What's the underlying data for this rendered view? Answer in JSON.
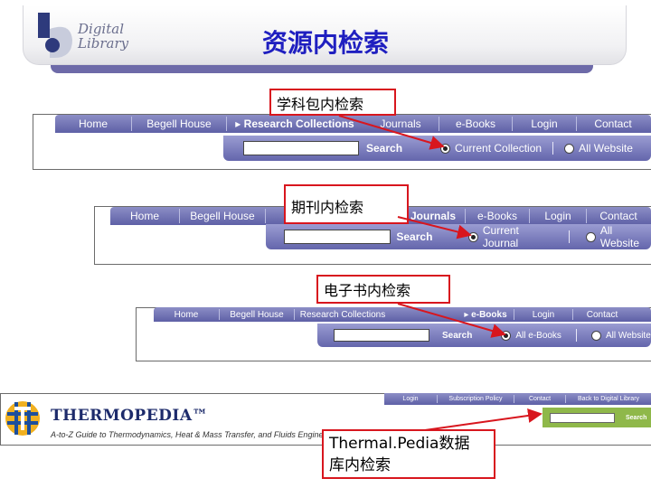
{
  "header": {
    "logo_line1": "Digital",
    "logo_line2": "Library",
    "title": "资源内检索"
  },
  "panel1": {
    "nav": [
      "Home",
      "Begell House",
      "Research Collections",
      "Journals",
      "e-Books",
      "Login",
      "Contact"
    ],
    "active_nav": "Research Collections",
    "search_label": "Search",
    "options": [
      "Current Collection",
      "All Website"
    ],
    "selected": "Current Collection",
    "callout": "学科包内检索"
  },
  "panel2": {
    "nav": [
      "Home",
      "Begell House",
      "Journals",
      "e-Books",
      "Login",
      "Contact"
    ],
    "active_nav": "Journals",
    "search_label": "Search",
    "options": [
      "Current Journal",
      "All Website"
    ],
    "selected": "Current Journal",
    "callout": "期刊内检索"
  },
  "panel3": {
    "nav": [
      "Home",
      "Begell House",
      "Research Collections",
      "e-Books",
      "Login",
      "Contact"
    ],
    "active_nav": "e-Books",
    "search_label": "Search",
    "options": [
      "All e-Books",
      "All Website"
    ],
    "selected": "All e-Books",
    "callout": "电子书内检索"
  },
  "thermopedia": {
    "title": "THERMOPEDIA™",
    "subtitle": "A-to-Z Guide to Thermodynamics, Heat & Mass Transfer, and Fluids Engineering",
    "nav": [
      "Login",
      "Subscription Policy",
      "Contact",
      "Back to Digital Library"
    ],
    "search_label": "Search",
    "callout_line1": "Thermal.Pedia数据",
    "callout_line2": "库内检索"
  },
  "colors": {
    "nav_purple": "#5e60a6",
    "callout_red": "#d8161e",
    "title_blue": "#1f1fc0",
    "search_green": "#8fb84a"
  }
}
